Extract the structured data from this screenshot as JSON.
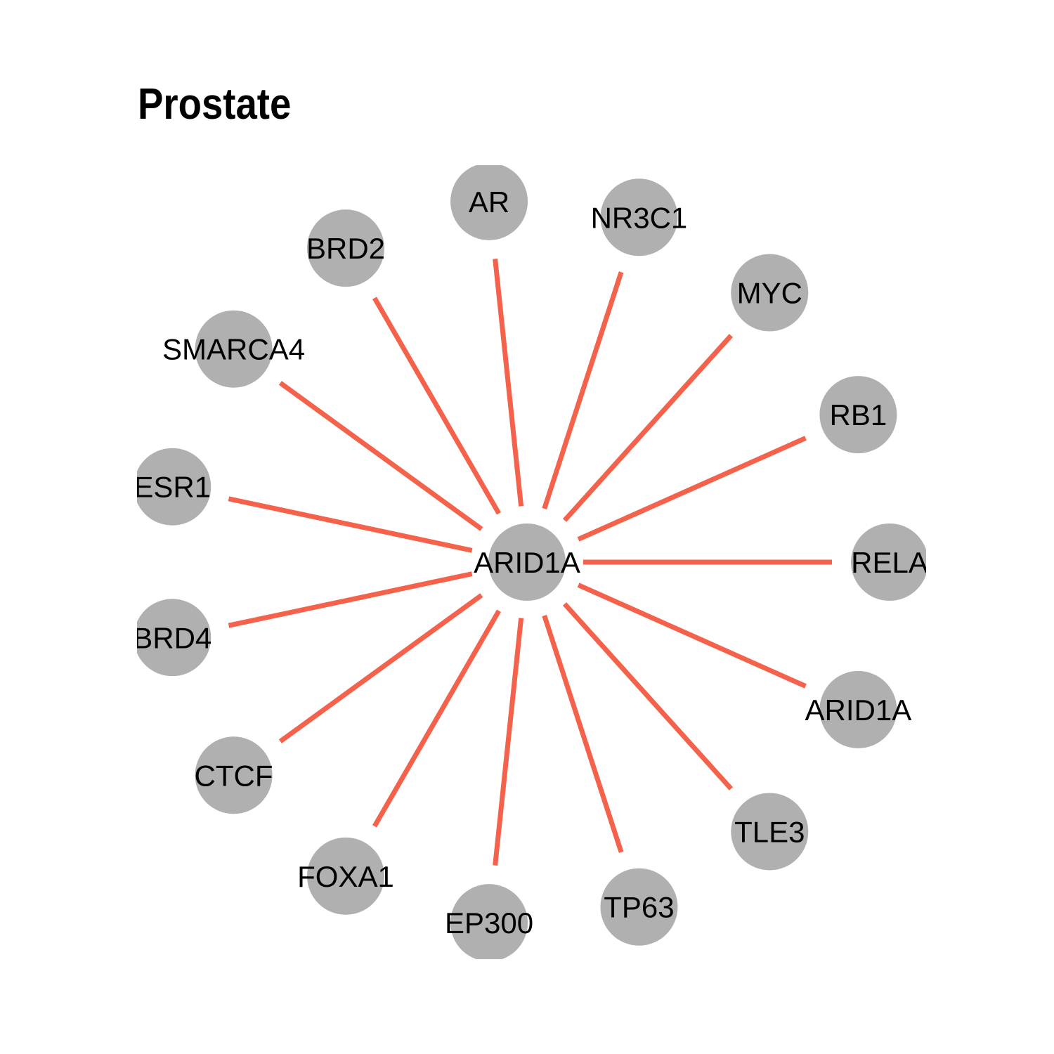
{
  "title": "Prostate",
  "colors": {
    "node": "#b0b0b0",
    "edge": "#f5624c",
    "text": "#000000",
    "background": "#ffffff"
  },
  "hub": {
    "label": "ARID1A"
  },
  "neighbors": [
    {
      "label": "AR"
    },
    {
      "label": "NR3C1"
    },
    {
      "label": "MYC"
    },
    {
      "label": "RB1"
    },
    {
      "label": "RELA"
    },
    {
      "label": "ARID1A"
    },
    {
      "label": "TLE3"
    },
    {
      "label": "TP63"
    },
    {
      "label": "EP300"
    },
    {
      "label": "FOXA1"
    },
    {
      "label": "CTCF"
    },
    {
      "label": "BRD4"
    },
    {
      "label": "ESR1"
    },
    {
      "label": "SMARCA4"
    },
    {
      "label": "BRD2"
    }
  ]
}
